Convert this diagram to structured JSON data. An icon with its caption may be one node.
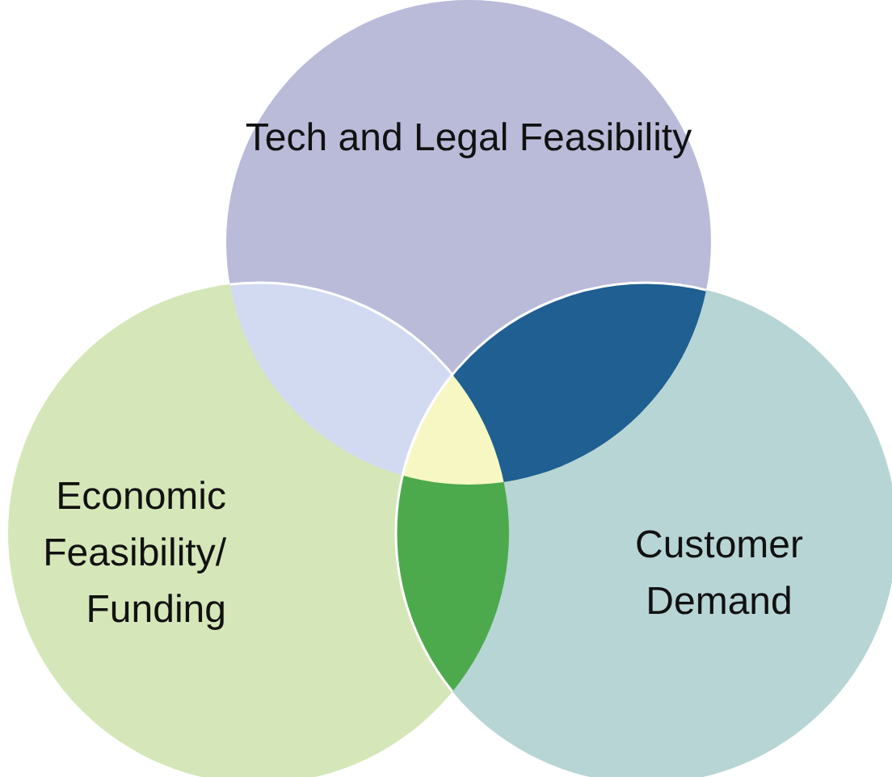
{
  "diagram": {
    "nodes": [
      {
        "text": [
          "Tech and Legal Feasibility"
        ]
      },
      {
        "text": [
          "Economic Feasibility/ Funding"
        ]
      },
      {
        "text": [
          "Customer Demand"
        ]
      }
    ]
  }
}
